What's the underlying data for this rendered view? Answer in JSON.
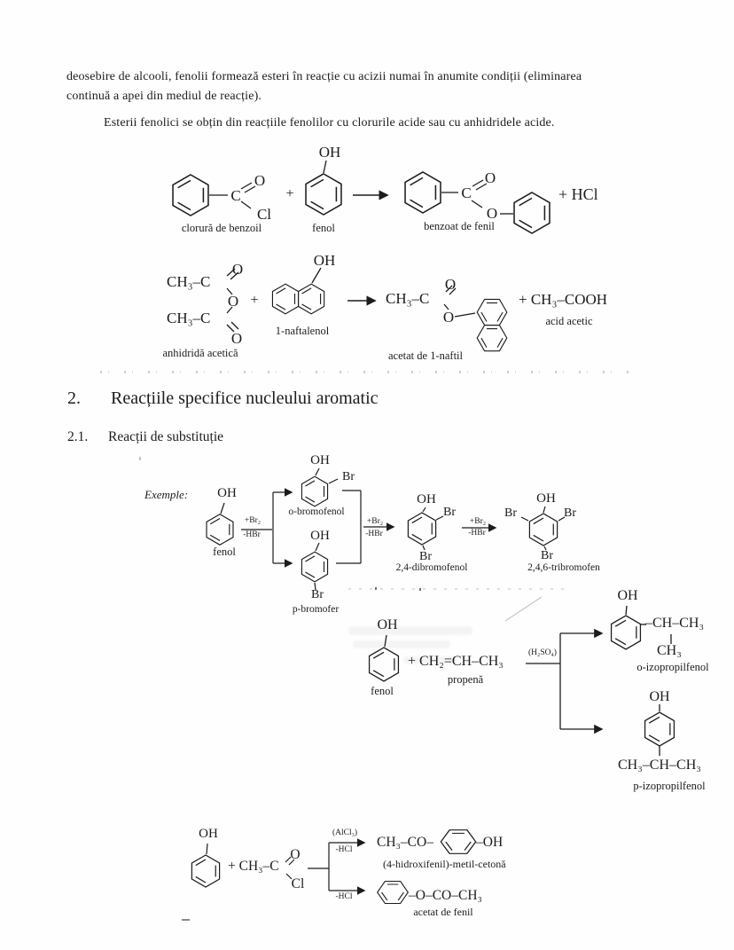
{
  "page": {
    "paragraph1_line1": "deosebire de alcooli, fenolii formează esteri în reacție cu acizii numai în anumite condiții (eliminarea",
    "paragraph1_line2": "continuă a apei din mediul de reacție).",
    "paragraph2": "Esterii fenolici se obțin din reacțiile fenolilor cu clorurile acide sau cu anhidridele acide.",
    "section2_number": "2.",
    "section2_title": "Reacțiile specifice nucleului aromatic",
    "section21_number": "2.1.",
    "section21_title": "Reacții de substituție",
    "examples_label": "Exemple:"
  },
  "esterification_benzoyl": {
    "carbon": "C",
    "oxygen_double": "O",
    "chlorine": "Cl",
    "plus": "+",
    "phenol_oh": "OH",
    "reactant1_name": "clorură de benzoil",
    "reactant2_name": "fenol",
    "product_carbon": "C",
    "product_oxygen_double": "O",
    "product_oxygen_ester": "O",
    "product_name": "benzoat de fenil",
    "plus_hcl": "+ HCl"
  },
  "esterification_anhydride": {
    "ch3c_top": "CH₃–C",
    "oxygen_top": "O",
    "oxygen_middle": "O",
    "ch3c_bottom": "CH₃–C",
    "oxygen_bottom": "O",
    "plus": "+",
    "naphthol_oh": "OH",
    "naphthol_name": "1-naftalenol",
    "anhydride_name": "anhidridă acetică",
    "product_ch3c": "CH₃–C",
    "product_oxygen_double": "O",
    "product_oxygen_ester": "O",
    "product_name": "acetat de 1-naftil",
    "plus_acetic": "+ CH₃–COOH",
    "acetic_name": "acid acetic"
  },
  "bromination": {
    "phenol_oh": "OH",
    "phenol_name": "fenol",
    "arrow1_above": "+Br₂",
    "arrow1_below": "-HBr",
    "ortho_oh": "OH",
    "ortho_br": "Br",
    "ortho_name": "o-bromofenol",
    "para_oh": "OH",
    "para_br": "Br",
    "para_name": "p-bromofer",
    "arrow2_above": "+Br₂",
    "arrow2_below": "-HBr",
    "dibromo_oh": "OH",
    "dibromo_br_ortho": "Br",
    "dibromo_br_para": "Br",
    "dibromo_name": "2,4-dibromofenol",
    "arrow3_above": "+Br₂",
    "arrow3_below": "-HBr",
    "tribromo_br_left": "Br",
    "tribromo_oh": "OH",
    "tribromo_br_right": "Br",
    "tribromo_br_para": "Br",
    "tribromo_name": "2,4,6-tribromofen"
  },
  "alkylation": {
    "phenol_oh": "OH",
    "phenol_name": "fenol",
    "plus_propene": "+ CH₂=CH–CH₃",
    "propene_name": "propenă",
    "catalyst": "(H₂SO₄)",
    "ortho_oh": "OH",
    "ortho_chain": "–CH–CH₃",
    "ortho_ch3": "CH₃",
    "ortho_name": "o-izopropilfenol",
    "para_oh": "OH",
    "para_chain": "CH₃–CH–CH₃",
    "para_name": "p-izopropilfenol"
  },
  "acylation": {
    "phenol_oh": "OH",
    "plus_acetyl": "+ CH₃–C",
    "oxygen_double": "O",
    "chlorine": "Cl",
    "catalyst": "(AlCl₃)",
    "minus_hcl_top": "-HCl",
    "ketone_left": "CH₃–CO–",
    "ketone_right": "–OH",
    "ketone_name": "(4-hidroxifenil)-metil-cetonă",
    "minus_hcl_bottom": "-HCl",
    "ester_chain": "–O–CO–CH₃",
    "ester_name": "acetat de fenil"
  }
}
